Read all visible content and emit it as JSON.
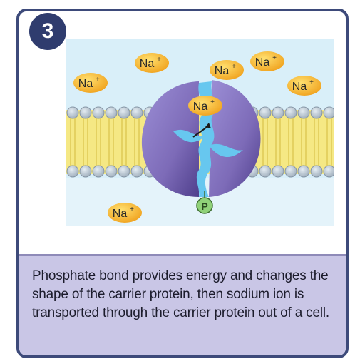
{
  "panel": {
    "step_number": "3",
    "caption": "Phosphate bond provides energy and changes the shape of the carrier protein, then sodium ion is transported through the carrier protein out of a cell."
  },
  "diagram": {
    "ion_label": "Na",
    "ion_charge": "+",
    "phosphate_label": "P",
    "colors": {
      "border": "#3d4a7a",
      "badge": "#2f3c6e",
      "extracellular": "#d6eef8",
      "membrane_head": "#b9c6d2",
      "membrane_tail": "#f3e47a",
      "protein": "#7d6bb8",
      "channel": "#5cc3ee",
      "ion": "#f7b32b",
      "phosphate": "#7fc66a",
      "caption_bg": "#c9c6e6"
    }
  }
}
